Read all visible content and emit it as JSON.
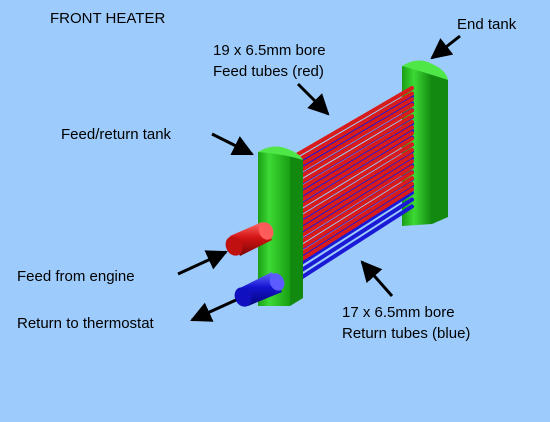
{
  "title": "FRONT HEATER",
  "labels": {
    "end_tank": "End tank",
    "feed_tubes_line1": "19 x 6.5mm bore",
    "feed_tubes_line2": "Feed tubes (red)",
    "feed_return_tank": "Feed/return tank",
    "feed_from_engine": "Feed from engine",
    "return_to_thermostat": "Return to thermostat",
    "return_tubes_line1": "17 x 6.5mm bore",
    "return_tubes_line2": "Return tubes (blue)"
  },
  "tubes": {
    "feed_count": 19,
    "return_count": 17
  },
  "colors": {
    "background": "#9dcbfb",
    "tank": "#22c21b",
    "tank_dark": "#128a10",
    "feed_tube": "#d81b1b",
    "return_tube": "#1a1ad6",
    "arrow": "#000000"
  }
}
